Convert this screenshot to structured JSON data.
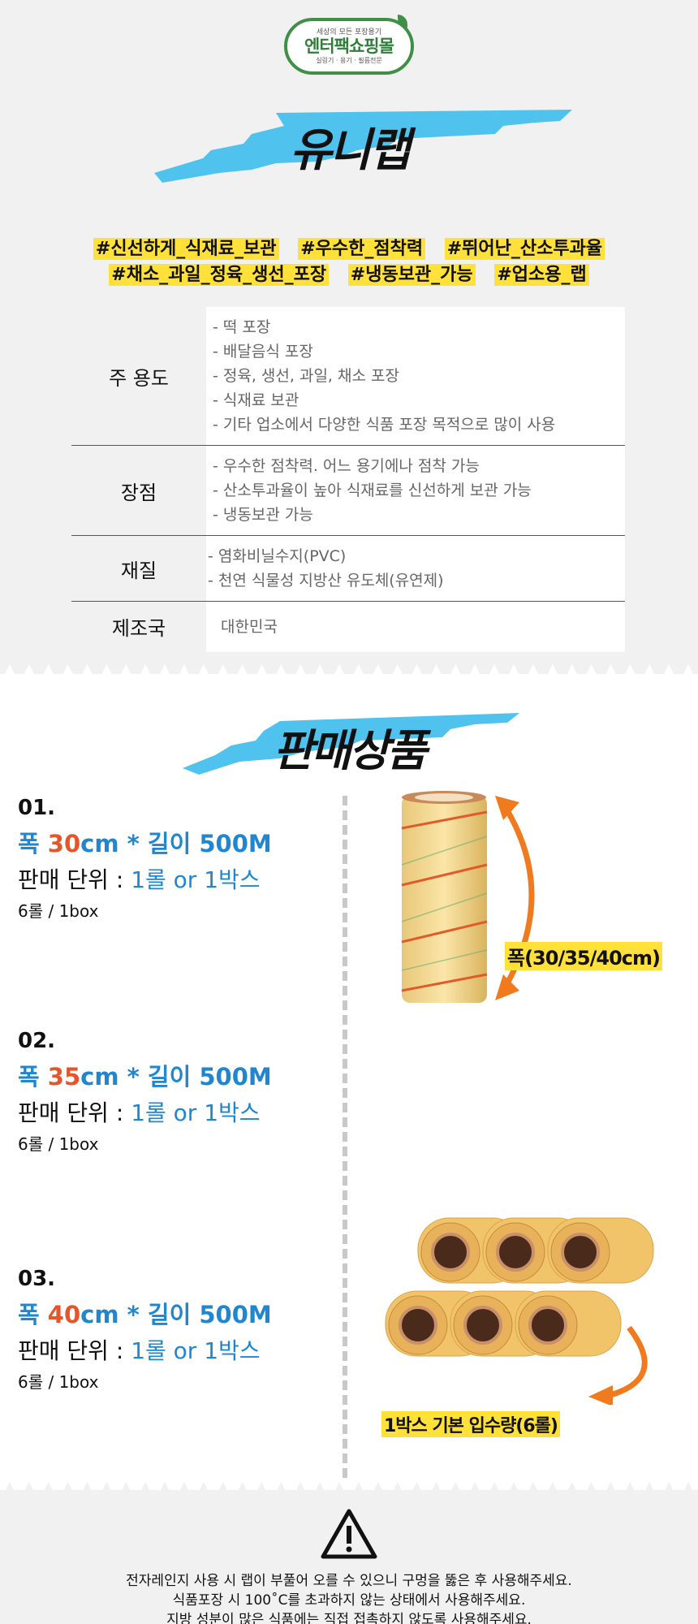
{
  "logo": {
    "tagline": "세상의 모든 포장용기",
    "name": "엔터팩쇼핑몰",
    "sub": "실링기 · 용기 · 필름전문"
  },
  "title": "유니랩",
  "hashtags_row1": [
    "#신선하게_식재료_보관",
    "#우수한_점착력",
    "#뛰어난_산소투과율"
  ],
  "hashtags_row2": [
    "#채소_과일_정육_생선_포장",
    "#냉동보관_가능",
    "#업소용_랩"
  ],
  "spec": [
    {
      "key": "주 용도",
      "lines": [
        "- 떡 포장",
        "- 배달음식 포장",
        "- 정육, 생선, 과일, 채소 포장",
        "- 식재료 보관",
        "- 기타 업소에서 다양한 식품 포장 목적으로 많이 사용"
      ]
    },
    {
      "key": "장점",
      "lines": [
        "- 우수한 점착력. 어느 용기에나 점착 가능",
        "- 산소투과율이 높아 식재료를 신선하게 보관 가능",
        "- 냉동보관 가능"
      ]
    },
    {
      "key": "재질",
      "lines": [
        "- 염화비닐수지(PVC)",
        "- 천연 식물성 지방산 유도체(유연제)"
      ]
    },
    {
      "key": "제조국",
      "lines": [
        "대한민국"
      ]
    }
  ],
  "products_title": "판매상품",
  "products": [
    {
      "num": "01.",
      "width_prefix": "폭 ",
      "width": "30",
      "size_rest": "cm * 길이 500M",
      "unit_label": "판매 단위 : ",
      "unit_value": "1롤 or 1박스",
      "box": "6롤 / 1box"
    },
    {
      "num": "02.",
      "width_prefix": "폭 ",
      "width": "35",
      "size_rest": "cm * 길이 500M",
      "unit_label": "판매 단위 : ",
      "unit_value": "1롤 or 1박스",
      "box": "6롤 / 1box"
    },
    {
      "num": "03.",
      "width_prefix": "폭 ",
      "width": "40",
      "size_rest": "cm * 길이 500M",
      "unit_label": "판매 단위 : ",
      "unit_value": "1롤 or 1박스",
      "box": "6롤 / 1box"
    }
  ],
  "roll_label": "폭(30/35/40cm)",
  "box_label": "1박스 기본 입수량(6롤)",
  "warning_icon": "warning-triangle-icon",
  "warnings": [
    "전자레인지 사용 시 랩이 부풀어 오를 수 있으니 구멍을 뚫은 후 사용해주세요.",
    "식품포장 시 100˚C를 초과하지 않는 상태에서 사용해주세요.",
    "지방 성분이 많은 식품에는 직접 접촉하지 않도록 사용해주세요."
  ],
  "colors": {
    "accent_blue": "#1f86cf",
    "accent_red": "#e5552a",
    "highlight_yellow": "#ffe13a",
    "brush_blue": "#4fc3ee",
    "arrow_orange": "#f07a1e",
    "logo_green": "#3f8f46"
  }
}
